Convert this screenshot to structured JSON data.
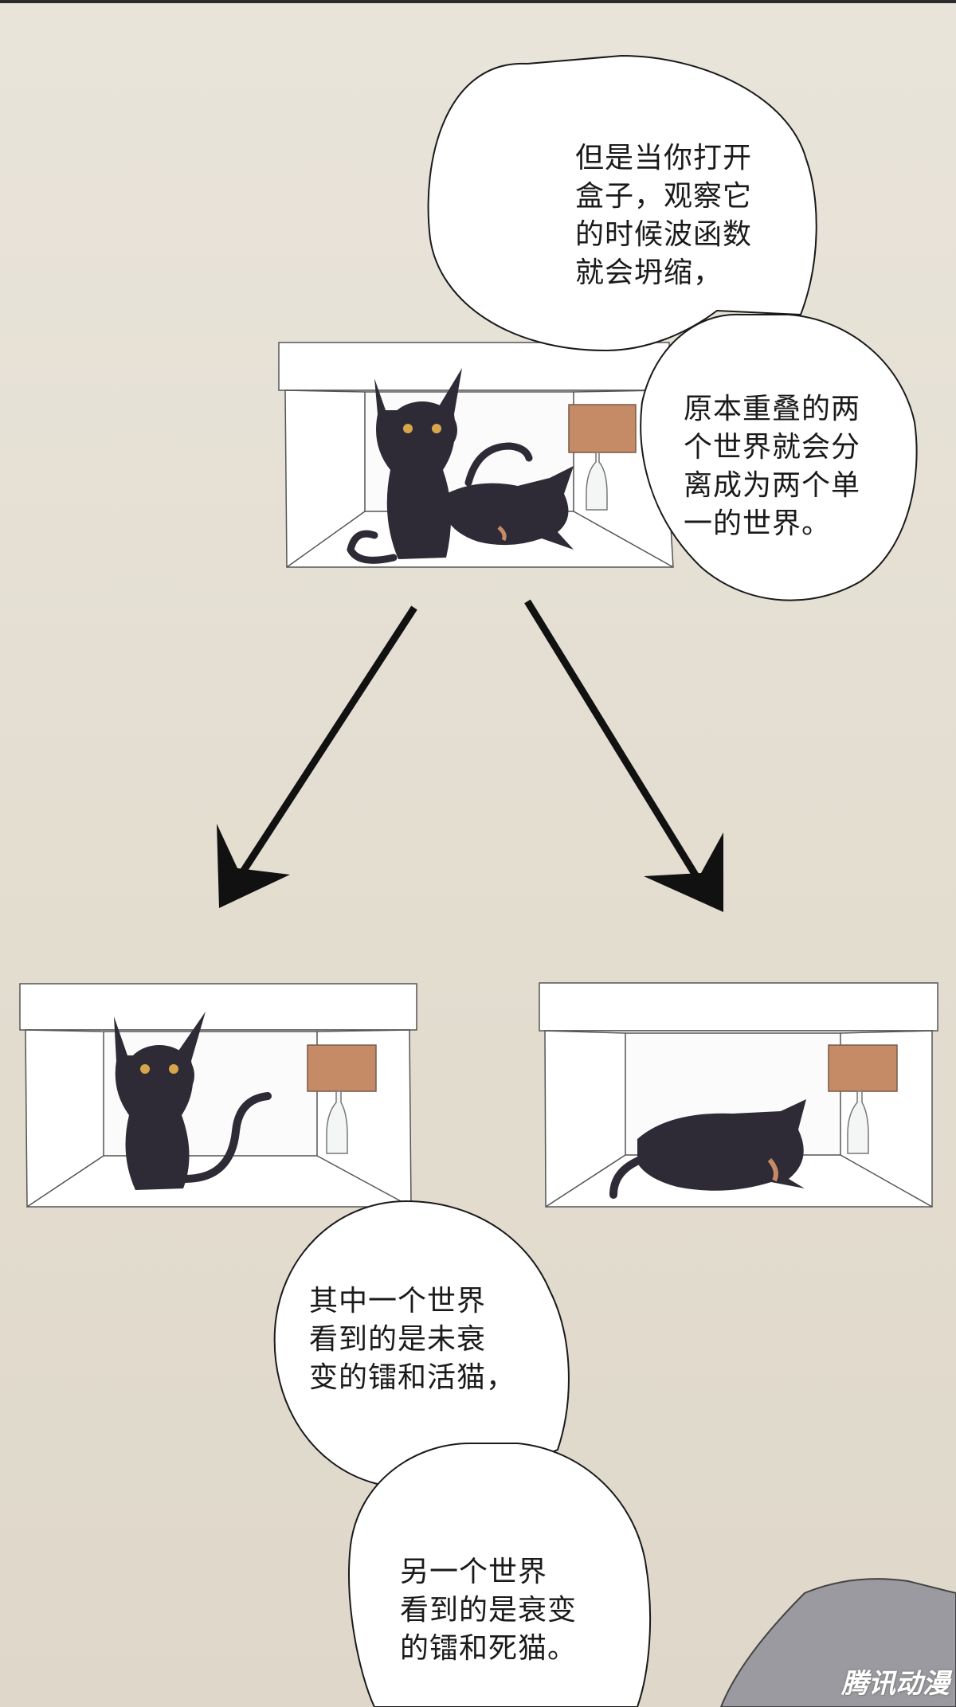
{
  "bubbles": {
    "b1": "但是当你打开\n盒子，观察它\n的时候波函数\n就会坍缩，",
    "b2": "原本重叠的两\n个世界就会分\n离成为两个单\n一的世界。",
    "b3": "其中一个世界\n看到的是未衰\n变的镭和活猫，",
    "b4": "另一个世界\n看到的是衰变\n的镭和死猫。"
  },
  "watermark": "腾讯动漫",
  "colors": {
    "background": "#e7e2d6",
    "cat": "#2e2a36",
    "radium_box": "#c58a66",
    "bubble": "#ffffff",
    "arrow": "#111111"
  }
}
